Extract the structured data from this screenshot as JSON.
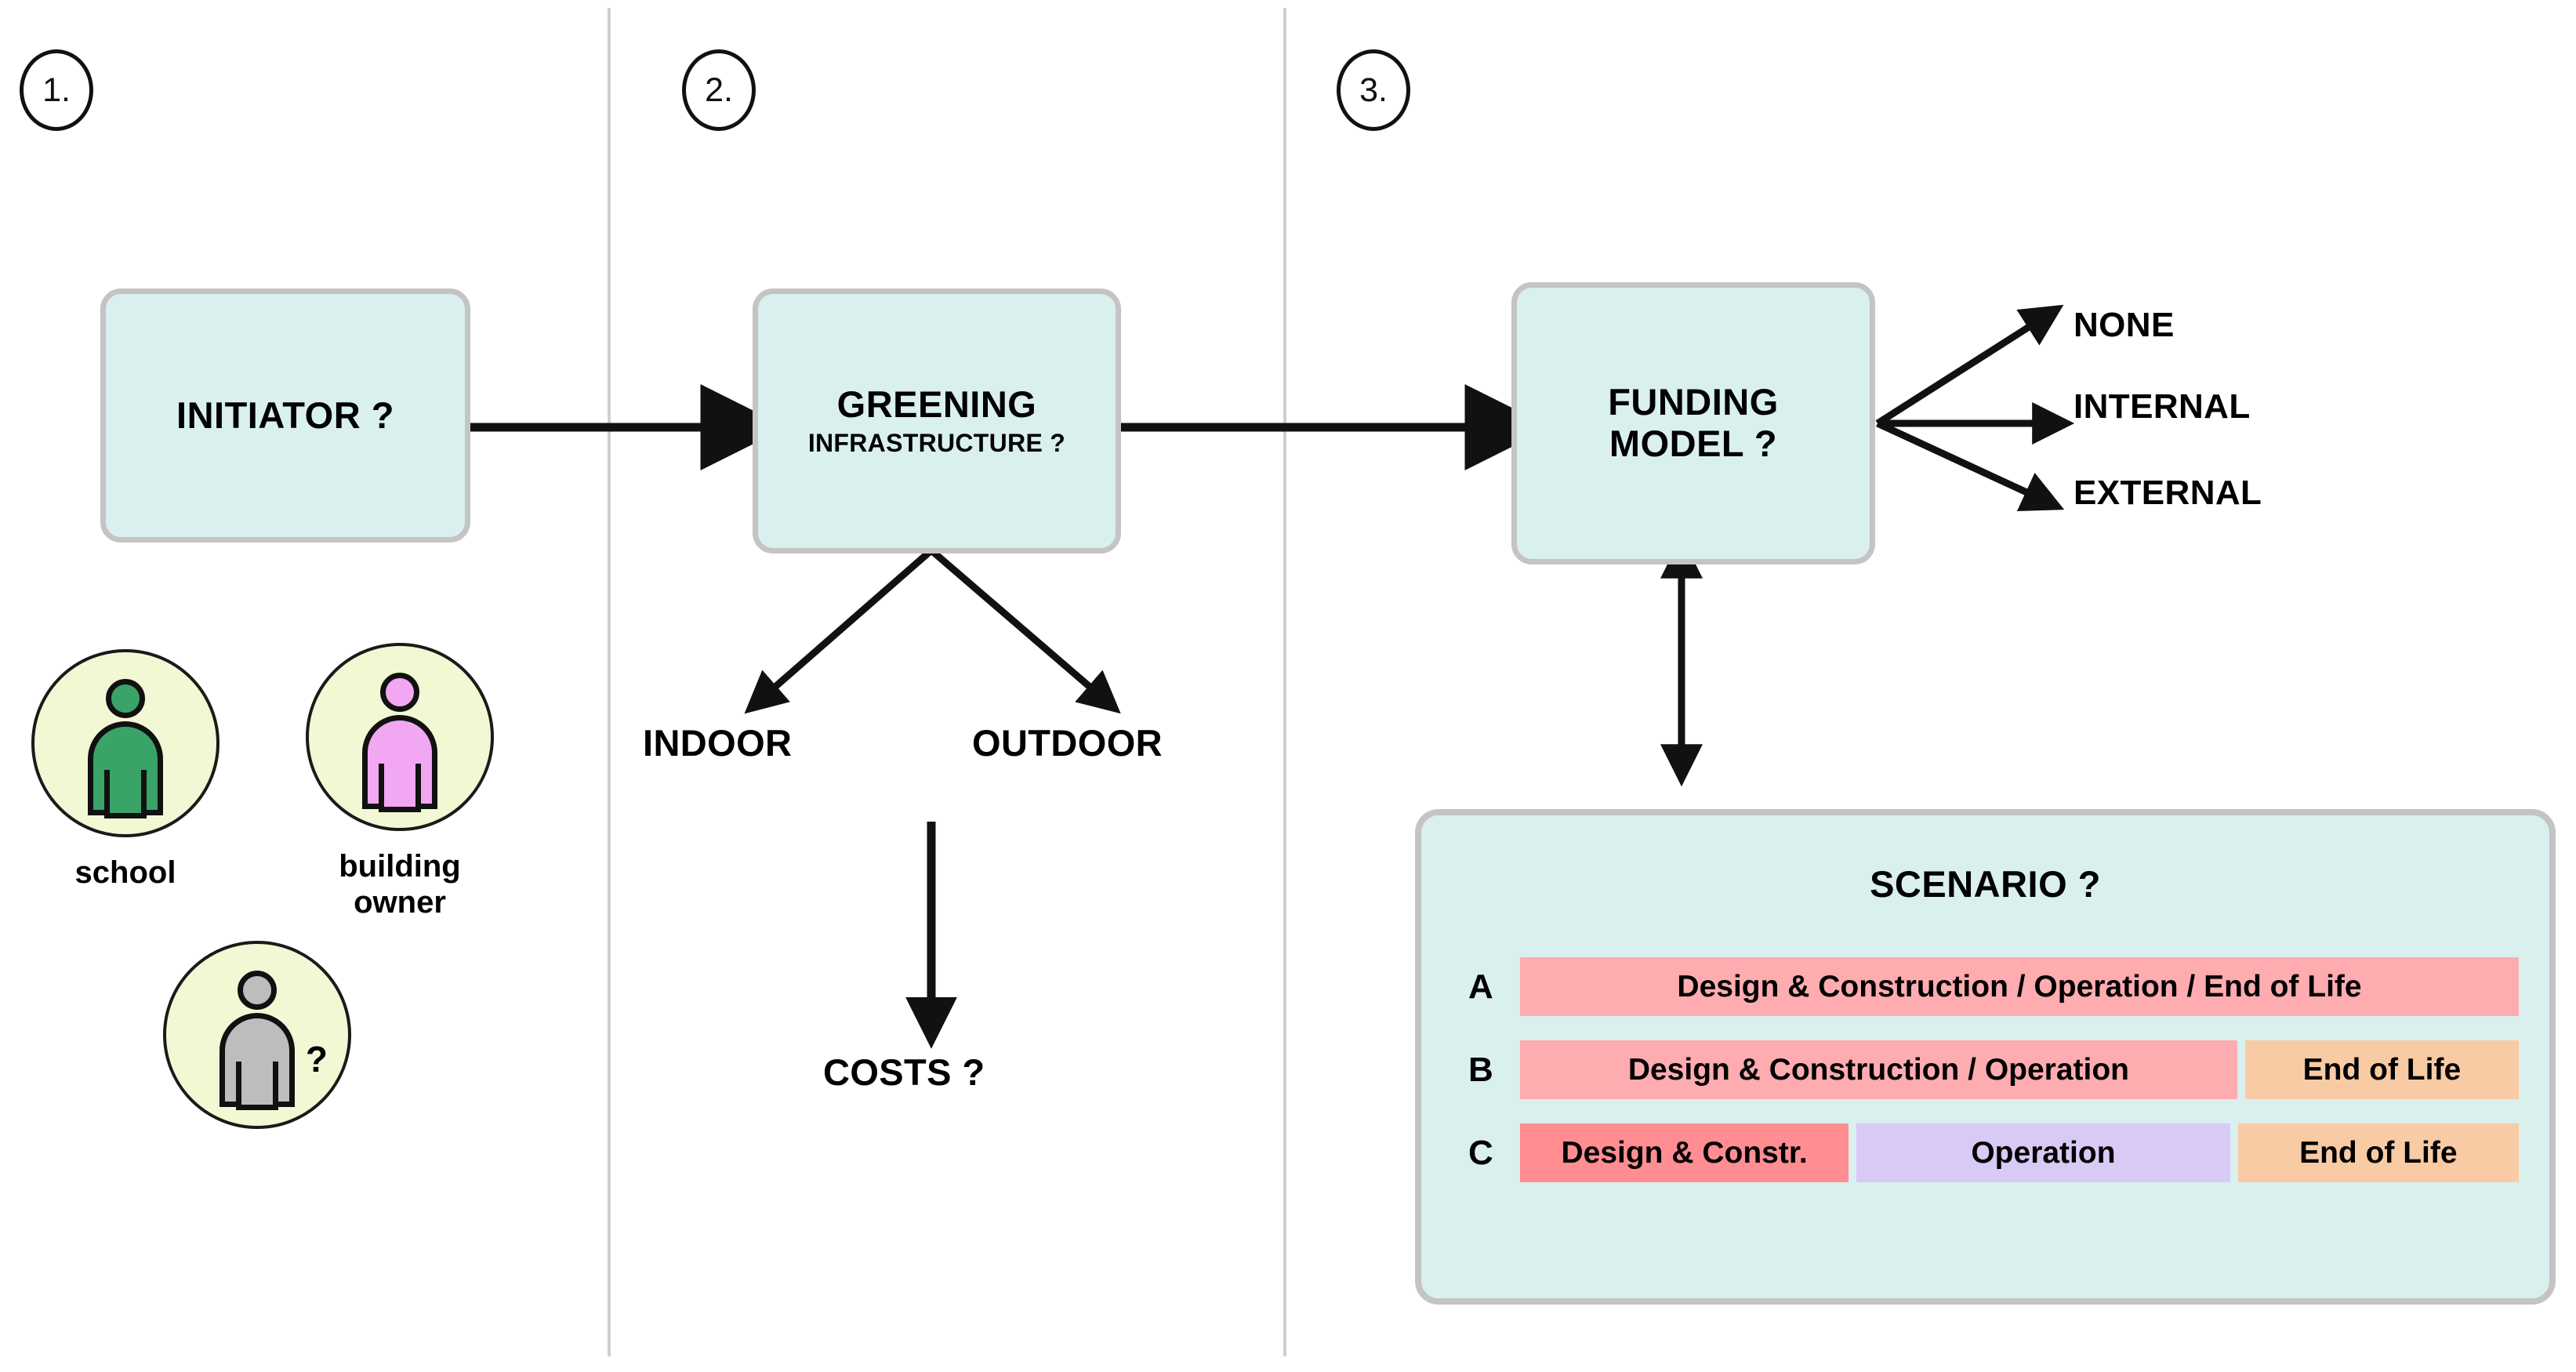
{
  "steps": [
    {
      "label": "1."
    },
    {
      "label": "2."
    },
    {
      "label": "3."
    }
  ],
  "boxes": {
    "initiator": {
      "line1": "INITIATOR ?"
    },
    "greening": {
      "line1": "GREENING",
      "line2": "INFRASTRUCTURE ?"
    },
    "funding": {
      "line1": "FUNDING",
      "line2": "MODEL ?"
    }
  },
  "personas": [
    {
      "label": "school",
      "color": "#39a368",
      "has_question": false
    },
    {
      "label": "building\nowner",
      "color": "#f1a7f1",
      "has_question": false
    },
    {
      "label": "",
      "color": "#bdbdbd",
      "has_question": true,
      "question": "?"
    }
  ],
  "greening_branches": {
    "indoor": "INDOOR",
    "outdoor": "OUTDOOR",
    "costs": "COSTS ?"
  },
  "funding_options": [
    {
      "label": "NONE"
    },
    {
      "label": "INTERNAL"
    },
    {
      "label": "EXTERNAL"
    }
  ],
  "scenario": {
    "title": "SCENARIO ?",
    "rows": [
      {
        "id": "A",
        "segments": [
          {
            "text": "Design & Construction / Operation / End of Life",
            "color": "#ffacb0",
            "flex": 1
          }
        ]
      },
      {
        "id": "B",
        "segments": [
          {
            "text": "Design & Construction / Operation",
            "color": "#ffacb0",
            "flex": 2.62
          },
          {
            "text": "End of Life",
            "color": "#f8cba4",
            "flex": 1
          }
        ]
      },
      {
        "id": "C",
        "segments": [
          {
            "text": "Design & Constr.",
            "color": "#ff8d92",
            "flex": 1.17
          },
          {
            "text": "Operation",
            "color": "#d9c9f5",
            "flex": 1.33
          },
          {
            "text": "End of Life",
            "color": "#f8cba4",
            "flex": 1
          }
        ]
      }
    ]
  },
  "colors": {
    "box_fill": "#d9f0ee",
    "box_border": "#c4c4c4",
    "persona_fill": "#f3f8d4",
    "divider": "#cfcfcf",
    "arrow": "#111111"
  }
}
